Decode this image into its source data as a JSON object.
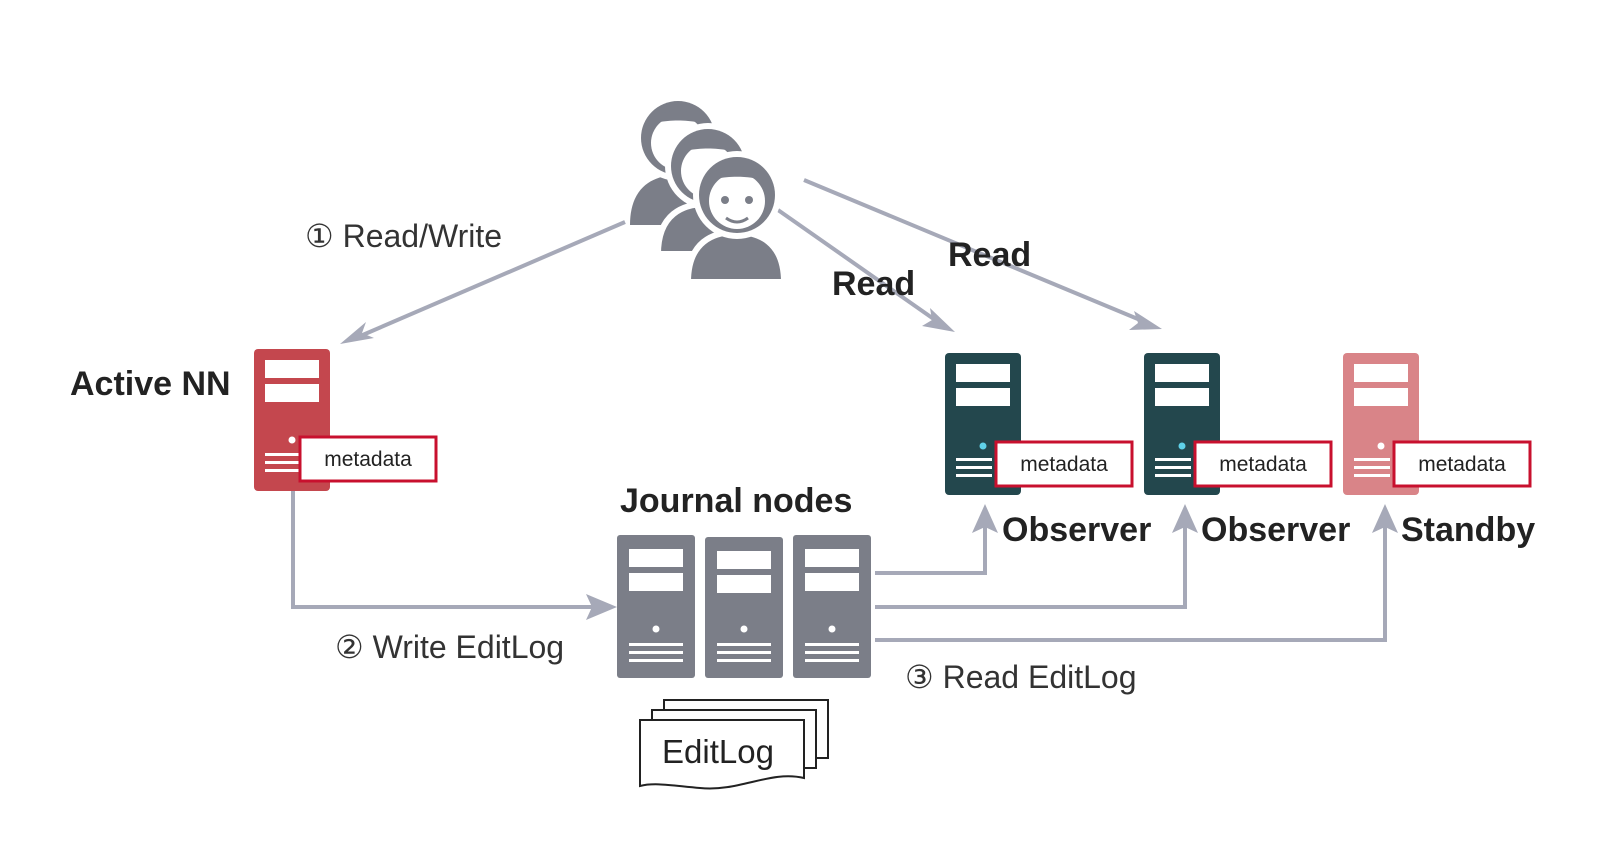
{
  "labels": {
    "read_write": "① Read/Write",
    "read_1": "Read",
    "read_2": "Read",
    "active_nn": "Active NN",
    "journal_nodes": "Journal nodes",
    "observer_1": "Observer",
    "observer_2": "Observer",
    "standby": "Standby",
    "write_editlog": "② Write EditLog",
    "read_editlog": "③ Read EditLog",
    "editlog_doc": "EditLog"
  },
  "metadata_label": "metadata",
  "colors": {
    "active": "#c4474e",
    "observer": "#23474d",
    "standby": "#d98488",
    "journal": "#7b7e88",
    "users": "#7b7e88",
    "arrow": "#a6a9b8",
    "metadata_border": "#c8102e"
  }
}
